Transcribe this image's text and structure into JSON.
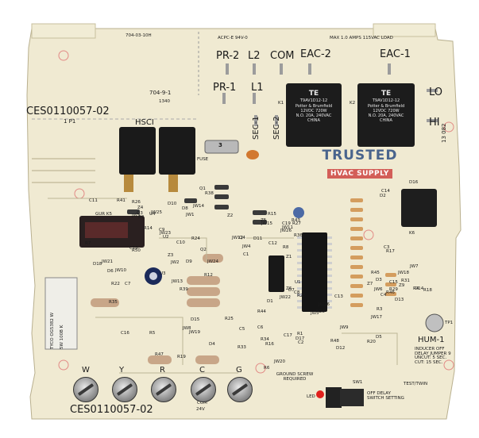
{
  "board": {
    "part_number_top": "CES0110057-02",
    "part_number_bottom": "CES0110057-02",
    "codes": [
      "704-03-10H",
      "704-9-1",
      "1340",
      "ACPC-E 94V-0",
      "13 082"
    ],
    "pin_label": "1 P1",
    "fuse_label": "FUSE",
    "fuse_rating": "3",
    "dip_switch_label": "SW1"
  },
  "terminals_top": [
    "PR-2",
    "L2",
    "COM",
    "EAC-2",
    "EAC-1",
    "PR-1",
    "L1",
    "SEC-1",
    "SEC-2",
    "LO",
    "HI",
    "MAX 1.0 AMPS 115VAC LOAD"
  ],
  "terminals_bottom": [
    "W",
    "Y",
    "R",
    "C",
    "G"
  ],
  "com_voltage": "24V",
  "other_labels": [
    "HSCI",
    "GUR K5",
    "K1",
    "K2",
    "K6",
    "D16",
    "HUM-1",
    "TP1",
    "GROUND SCREW REQUIRED",
    "LED",
    "OFF DELAY SWITCH SETTING",
    "INDUCER OFF DELAY JUMPER 9 UNCUT: 5 SEC. CUT: 15 SEC.",
    "TEST/TWIN"
  ],
  "relay_text": {
    "brand": "TE",
    "model": "T9AV1D12-12",
    "maker": "Potter & Brumfield",
    "coil": "12VDC 720W",
    "rating": "N.O. 20A, 240VAC",
    "origin": "CHINA"
  },
  "transformer_text": [
    "TYCO OG5382 W",
    "5W 100B K"
  ],
  "watermark": {
    "line1": "TRUSTED",
    "line2": "HVAC SUPPLY"
  },
  "ref_designators": [
    "JW1",
    "JW2",
    "JW3",
    "JW4",
    "JW5",
    "JW6",
    "JW7",
    "JW8",
    "JW9",
    "JW10",
    "JW11",
    "JW12",
    "JW13",
    "JW14",
    "JW15",
    "JW16",
    "JW17",
    "JW18",
    "JW19",
    "JW20",
    "JW21",
    "JW22",
    "JW23",
    "JW24",
    "JW25",
    "JW26",
    "D1",
    "D2",
    "D3",
    "D4",
    "D5",
    "D6",
    "D7",
    "D8",
    "D9",
    "D10",
    "D11",
    "D12",
    "D13",
    "D14",
    "D15",
    "D17",
    "D18",
    "U1",
    "U2",
    "U3",
    "U4",
    "C1",
    "C2",
    "C3",
    "C4",
    "C5",
    "C6",
    "C7",
    "C8",
    "C9",
    "C10",
    "C11",
    "C12",
    "C13",
    "C14",
    "C15",
    "C16",
    "C17",
    "C18",
    "C19",
    "Q1",
    "Q2",
    "Q3",
    "Q4",
    "R1",
    "R3",
    "R4",
    "R5",
    "R6",
    "R7",
    "R8",
    "R9",
    "R12",
    "R14",
    "R15",
    "R16",
    "R17",
    "R18",
    "R19",
    "R20",
    "R22",
    "R23",
    "R24",
    "R25",
    "R26",
    "R27",
    "R28",
    "R29",
    "R31",
    "R33",
    "R34",
    "R35",
    "R36",
    "R38",
    "R39",
    "R41",
    "R43",
    "R44",
    "R45",
    "R46",
    "R47",
    "R48",
    "R50",
    "Z1",
    "Z2",
    "Z3",
    "Z4",
    "Z5",
    "Z6",
    "Z7",
    "Z9"
  ]
}
